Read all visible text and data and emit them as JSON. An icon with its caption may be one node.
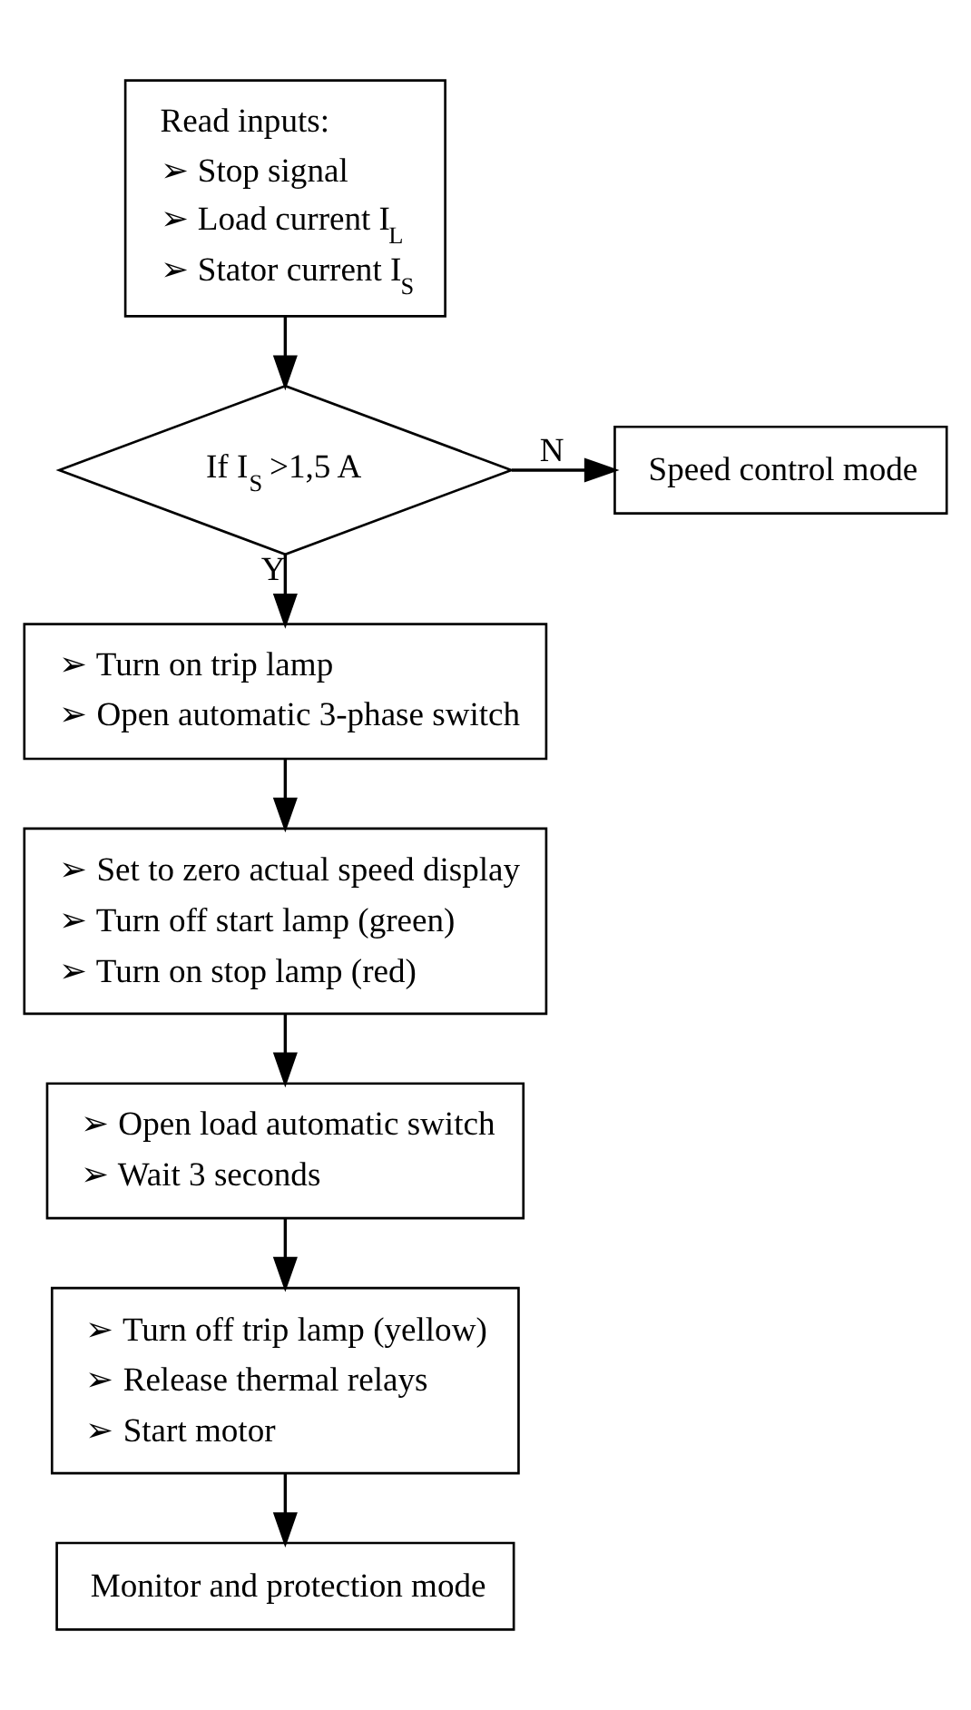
{
  "diagram": {
    "nodes": [
      {
        "text": [
          "Read inputs:",
          "➢ Stop signal",
          "➢ Load current I$_{L}$",
          "➢ Stator current I$_{S}$"
        ]
      },
      {
        "text": [
          "If I$_{S}$ >1,5 A"
        ]
      },
      {
        "text": [
          "Speed control mode"
        ]
      },
      {
        "text": [
          "➢ Turn on trip lamp",
          "➢ Open automatic 3-phase switch"
        ]
      },
      {
        "text": [
          "➢ Set to zero actual speed display",
          "➢ Turn off start lamp (green)",
          "➢ Turn on stop lamp (red)"
        ]
      },
      {
        "text": [
          "➢ Open load automatic switch",
          "➢ Wait 3 seconds"
        ]
      },
      {
        "text": [
          "➢ Turn off trip lamp (yellow)",
          "➢ Release thermal relays",
          "➢ Start motor"
        ]
      },
      {
        "text": [
          "Monitor and protection mode"
        ]
      }
    ],
    "edges": [
      {
        "from": 0,
        "to": 1,
        "arrow": "to"
      },
      {
        "from": 1,
        "to": 2,
        "arrow": "to",
        "label": "N"
      },
      {
        "from": 1,
        "to": 3,
        "arrow": "to",
        "label": "Y"
      },
      {
        "from": 3,
        "to": 4,
        "arrow": "to"
      },
      {
        "from": 4,
        "to": 5,
        "arrow": "to"
      },
      {
        "from": 5,
        "to": 6,
        "arrow": "to"
      },
      {
        "from": 6,
        "to": 7,
        "arrow": "to"
      }
    ]
  }
}
